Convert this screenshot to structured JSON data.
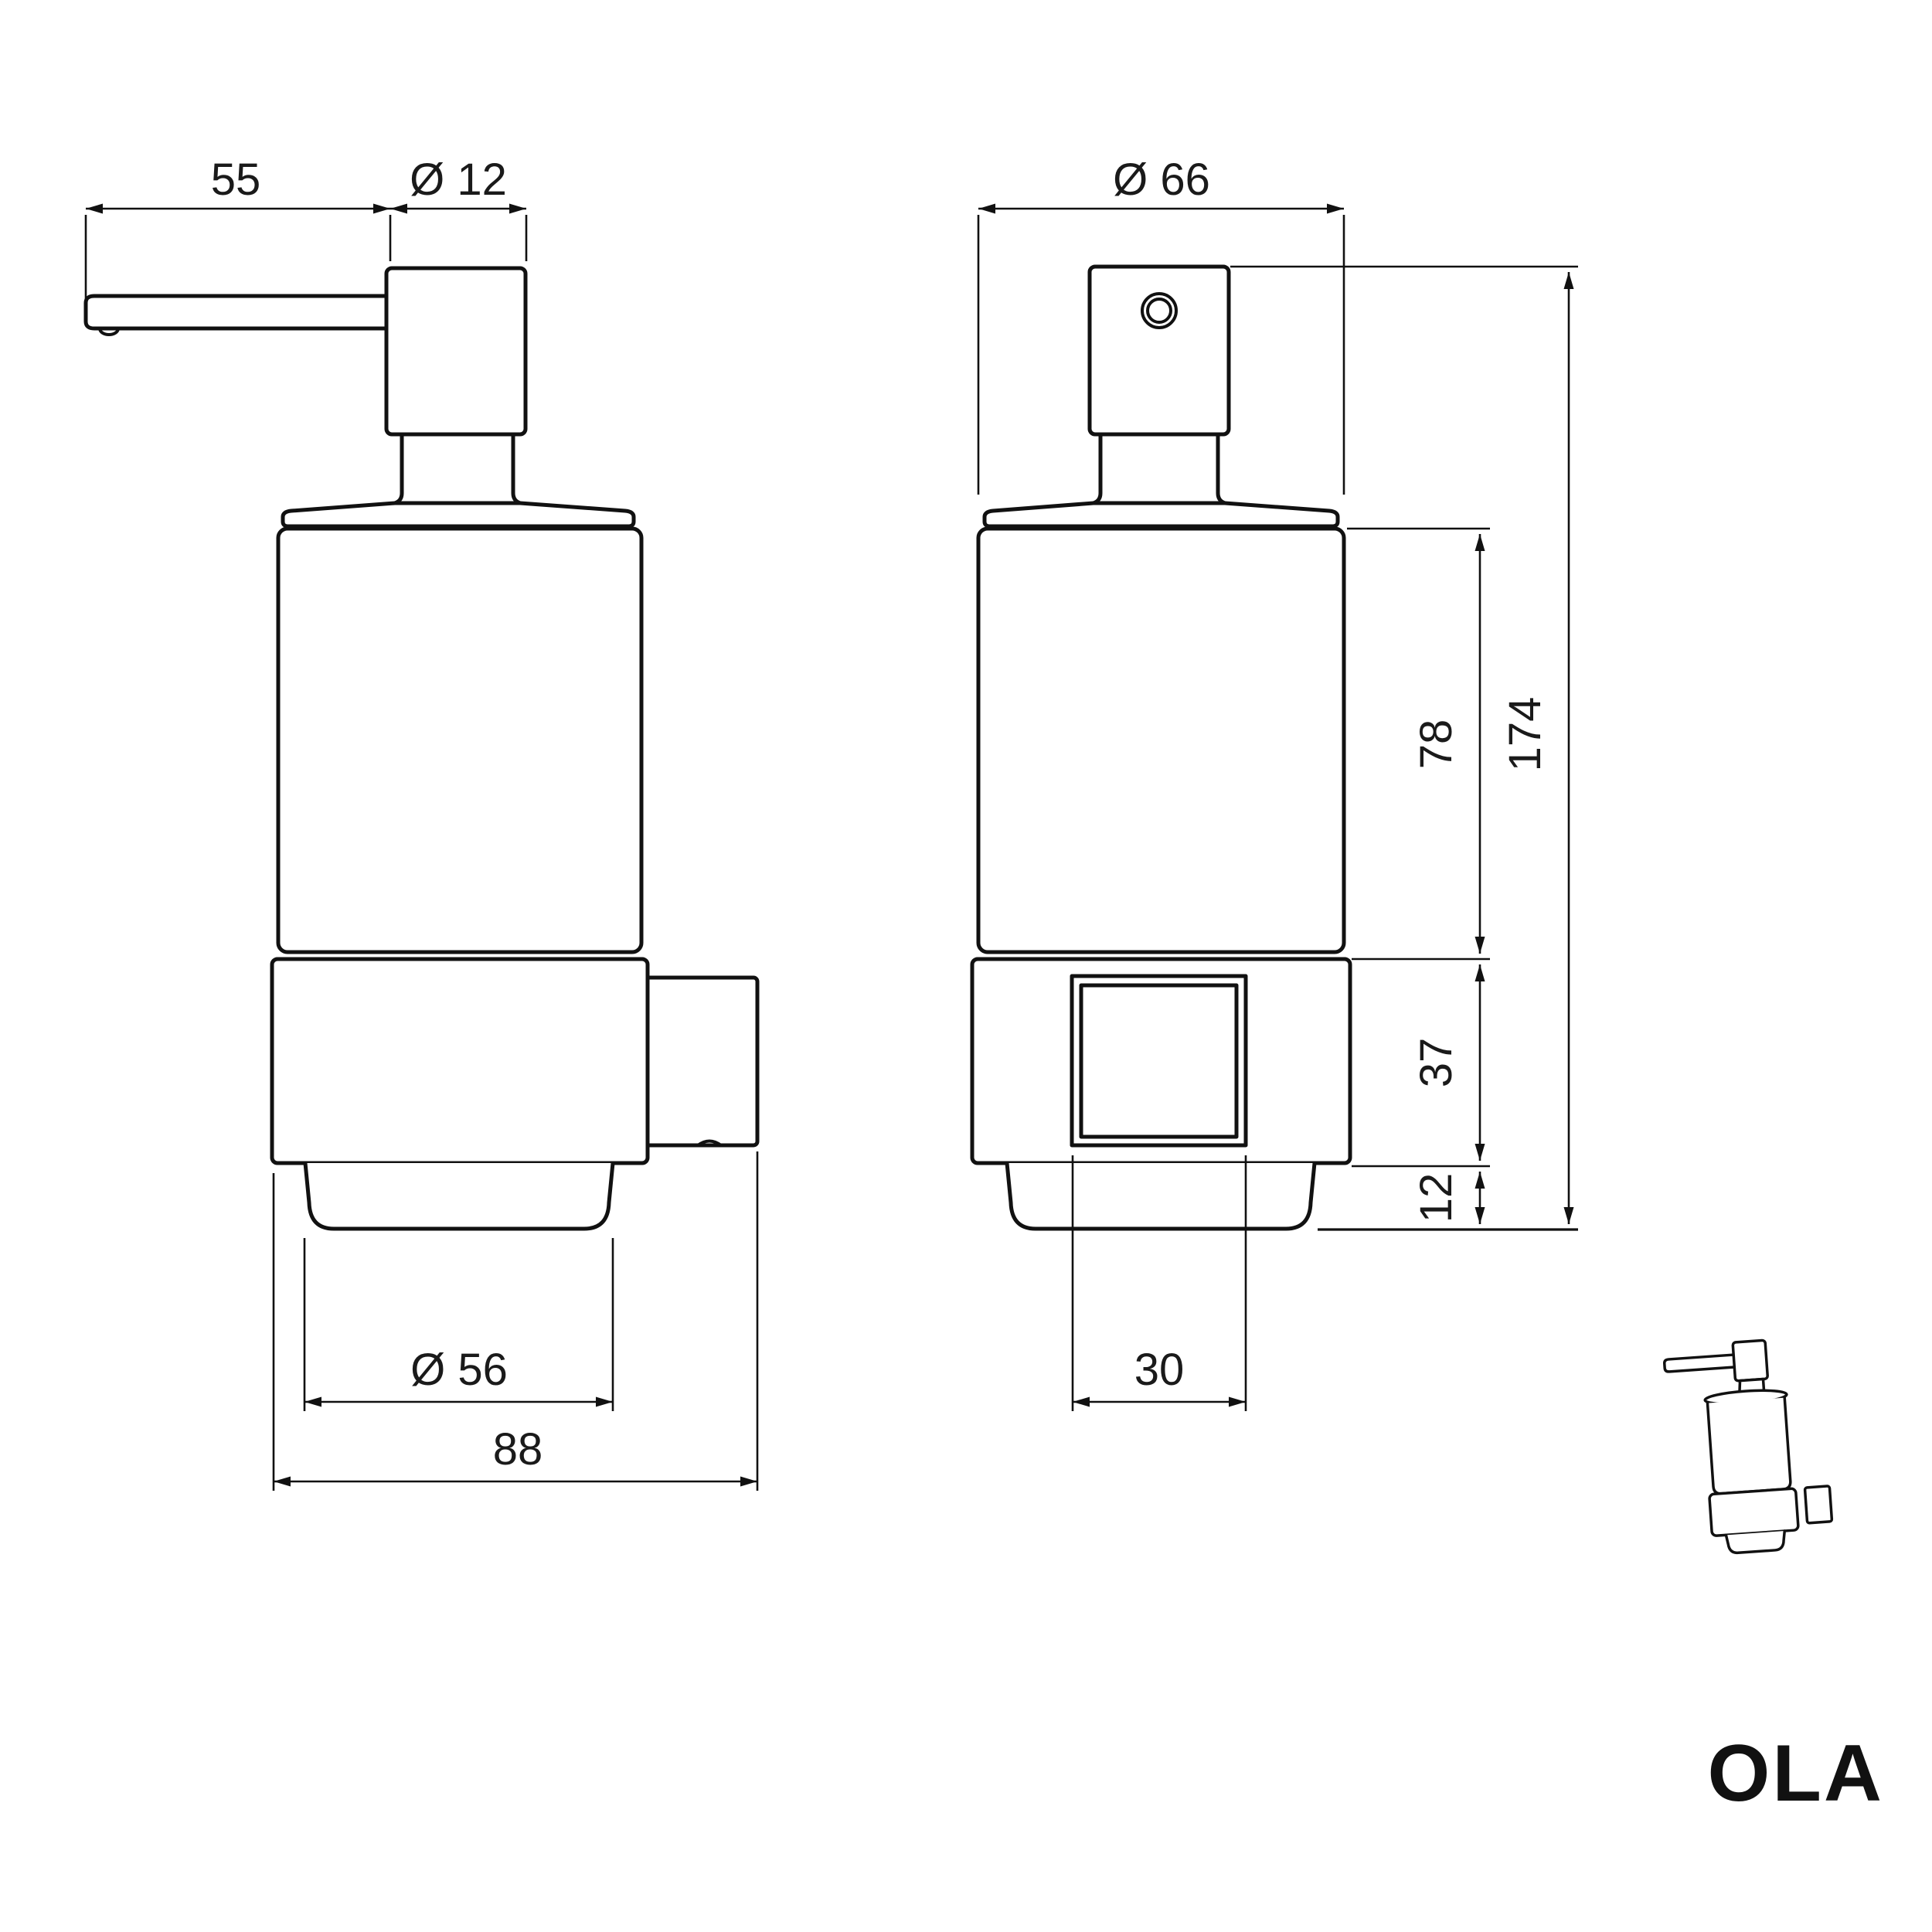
{
  "colors": {
    "background": "#ffffff",
    "line": "#111111",
    "text": "#1a1a1a"
  },
  "branding": {
    "product_name": "OLA"
  },
  "dimensions": {
    "side_view": {
      "spout_reach": "55",
      "pump_diameter": "Ø 12",
      "glass_diameter": "Ø 56",
      "total_depth": "88"
    },
    "front_view": {
      "body_diameter": "Ø 66",
      "bottle_height": "78",
      "holder_height": "37",
      "glass_protrusion": "12",
      "total_height": "174",
      "plate_width": "30"
    }
  }
}
